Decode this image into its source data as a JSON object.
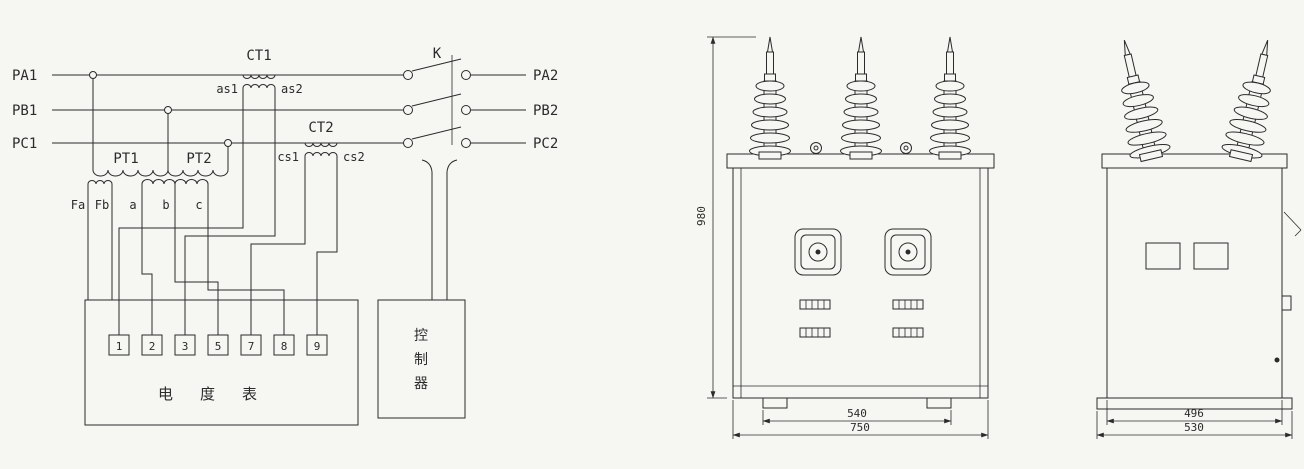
{
  "schematic": {
    "left_terminals": [
      "PA1",
      "PB1",
      "PC1"
    ],
    "right_terminals": [
      "PA2",
      "PB2",
      "PC2"
    ],
    "ct1_label": "CT1",
    "ct2_label": "CT2",
    "switch_label": "K",
    "ct1_secondary": [
      "as1",
      "as2"
    ],
    "ct2_secondary": [
      "cs1",
      "cs2"
    ],
    "pt1_label": "PT1",
    "pt2_label": "PT2",
    "pt_leads": [
      "Fa",
      "Fb",
      "a",
      "b",
      "c"
    ],
    "meter": {
      "terminals": [
        "1",
        "2",
        "3",
        "5",
        "7",
        "8",
        "9"
      ],
      "label": "电 度 表"
    },
    "controller_chars": [
      "控",
      "制",
      "器"
    ]
  },
  "front_view": {
    "height_dim": "980",
    "feet_span_dim": "540",
    "width_dim": "750"
  },
  "side_view": {
    "width_dim": "496",
    "base_dim": "530"
  },
  "colors": {
    "ink": "#2b2b2b",
    "paper": "#f6f6f3"
  }
}
